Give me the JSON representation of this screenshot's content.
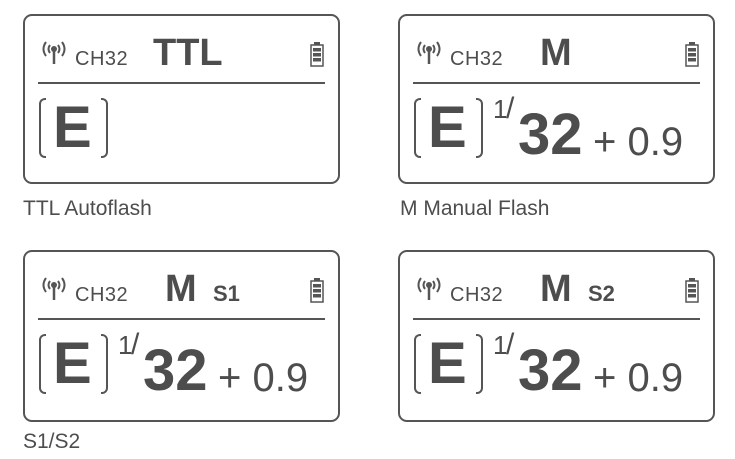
{
  "panels": [
    {
      "channel": "CH32",
      "mode": "TTL",
      "sub_mode": "",
      "group": "E",
      "power_num": "",
      "power_slash": "",
      "power_den": "",
      "compensation": "",
      "caption": "TTL Autoflash"
    },
    {
      "channel": "CH32",
      "mode": "M",
      "sub_mode": "",
      "group": "E",
      "power_num": "1",
      "power_slash": "/",
      "power_den": "32",
      "compensation": "+ 0.9",
      "caption": "M Manual Flash"
    },
    {
      "channel": "CH32",
      "mode": "M",
      "sub_mode": "S1",
      "group": "E",
      "power_num": "1",
      "power_slash": "/",
      "power_den": "32",
      "compensation": "+ 0.9",
      "caption": "S1/S2"
    },
    {
      "channel": "CH32",
      "mode": "M",
      "sub_mode": "S2",
      "group": "E",
      "power_num": "1",
      "power_slash": "/",
      "power_den": "32",
      "compensation": "+ 0.9",
      "caption": ""
    }
  ],
  "icons": {
    "signal": "wireless-signal-icon",
    "battery": "battery-icon"
  },
  "colors": {
    "stroke": "#555555",
    "text": "#4d4d4d",
    "background": "#ffffff"
  }
}
